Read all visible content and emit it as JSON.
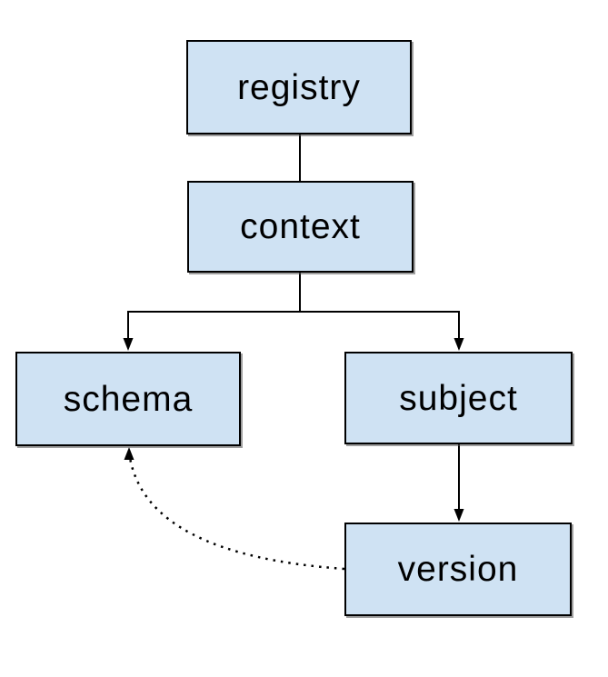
{
  "diagram": {
    "background_color": "#ffffff",
    "node_fill_color": "#cfe2f3",
    "node_border_color": "#000000",
    "edge_color": "#000000",
    "nodes": [
      {
        "id": "registry",
        "label": "registry"
      },
      {
        "id": "context",
        "label": "context"
      },
      {
        "id": "schema",
        "label": "schema"
      },
      {
        "id": "subject",
        "label": "subject"
      },
      {
        "id": "version",
        "label": "version"
      }
    ],
    "edges": [
      {
        "from": "registry",
        "to": "context",
        "style": "solid",
        "arrow": "none"
      },
      {
        "from": "context",
        "to": "schema",
        "style": "solid",
        "arrow": "end"
      },
      {
        "from": "context",
        "to": "subject",
        "style": "solid",
        "arrow": "end"
      },
      {
        "from": "subject",
        "to": "version",
        "style": "solid",
        "arrow": "end"
      },
      {
        "from": "version",
        "to": "schema",
        "style": "dotted",
        "arrow": "end"
      }
    ]
  }
}
